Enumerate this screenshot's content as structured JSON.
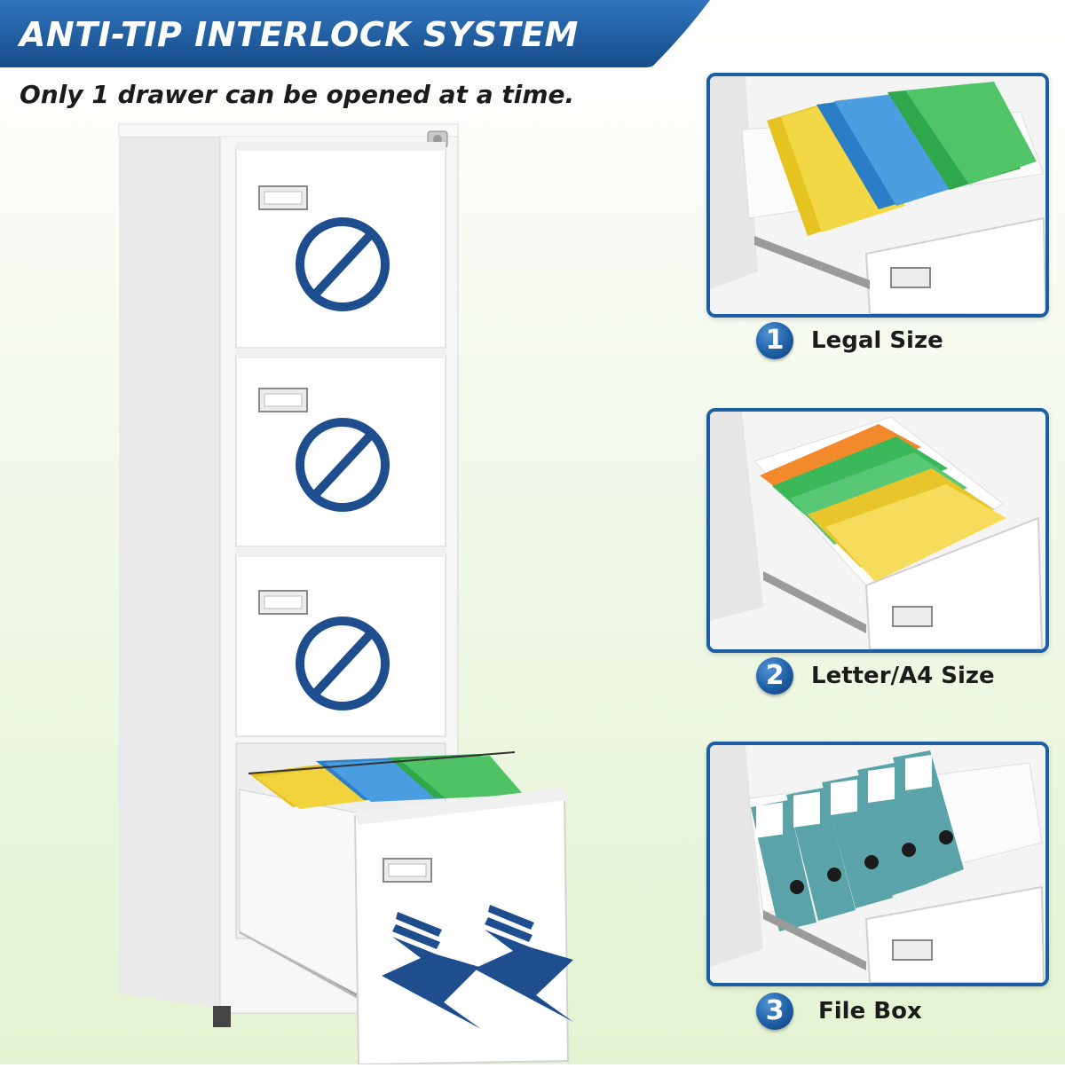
{
  "header": {
    "title": "ANTI-TIP INTERLOCK SYSTEM",
    "subtitle": "Only 1 drawer can be opened at a time."
  },
  "colors": {
    "banner_blue": "#1d5ea5",
    "symbol_blue": "#1f4e8f",
    "background_green": "#e4f3d2"
  },
  "cabinet": {
    "drawers": [
      {
        "state": "locked",
        "icon": "prohibited-icon"
      },
      {
        "state": "locked",
        "icon": "prohibited-icon"
      },
      {
        "state": "locked",
        "icon": "prohibited-icon"
      },
      {
        "state": "open",
        "icon": "down-arrow-icon"
      }
    ]
  },
  "features": [
    {
      "number": "1",
      "label": "Legal Size",
      "contents": "hanging folders"
    },
    {
      "number": "2",
      "label": "Letter/A4 Size",
      "contents": "hanging folders"
    },
    {
      "number": "3",
      "label": "File Box",
      "contents": "binders"
    }
  ]
}
